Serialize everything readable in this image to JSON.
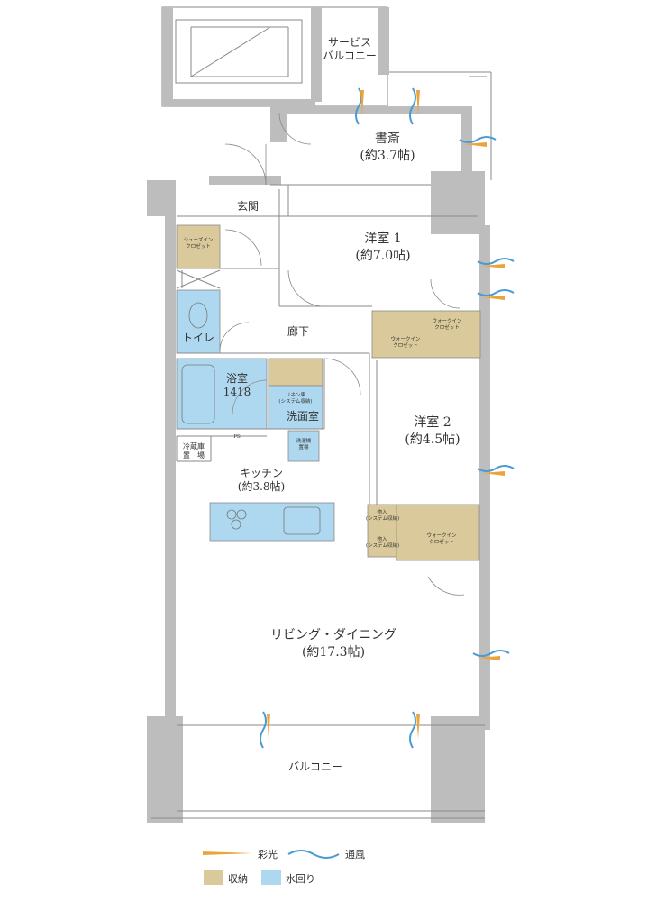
{
  "rooms": {
    "service_balcony": [
      "サービス",
      "バルコニー"
    ],
    "study": [
      "書斎",
      "(約3.7帖)"
    ],
    "entrance": "玄関",
    "shoe_closet": [
      "シューズイン",
      "クロゼット"
    ],
    "western1": [
      "洋室 1",
      "(約7.0帖)"
    ],
    "toilet": "トイレ",
    "corridor": "廊下",
    "walkin_a": [
      "ウォークイン",
      "クロゼット"
    ],
    "walkin_b": [
      "ウォークイン",
      "クロゼット"
    ],
    "bath": [
      "浴室",
      "1418"
    ],
    "linen": [
      "リネン庫",
      "(システム収納)"
    ],
    "washroom": "洗面室",
    "washer": [
      "洗濯機",
      "置場"
    ],
    "ps": "PS",
    "fridge": [
      "冷蔵庫",
      "置　場"
    ],
    "western2": [
      "洋室 2",
      "(約4.5帖)"
    ],
    "kitchen": [
      "キッチン",
      "(約3.8帖)"
    ],
    "storage1": [
      "物入",
      "(システム収納)"
    ],
    "storage2": [
      "物入",
      "(システム収納)"
    ],
    "walkin_c": [
      "ウォークイン",
      "クロゼット"
    ],
    "living": [
      "リビング・ダイニング",
      "(約17.3帖)"
    ],
    "balcony": "バルコニー"
  },
  "legend": {
    "daylight": "彩光",
    "ventilation": "通風",
    "storage": "収納",
    "water": "水回り"
  },
  "colors": {
    "wall": "#bdbdbd",
    "storage": "#dac99a",
    "water": "#aed8ef",
    "daylight_arrow": "#eba43a",
    "ventilation_arrow": "#4a9bd3"
  }
}
